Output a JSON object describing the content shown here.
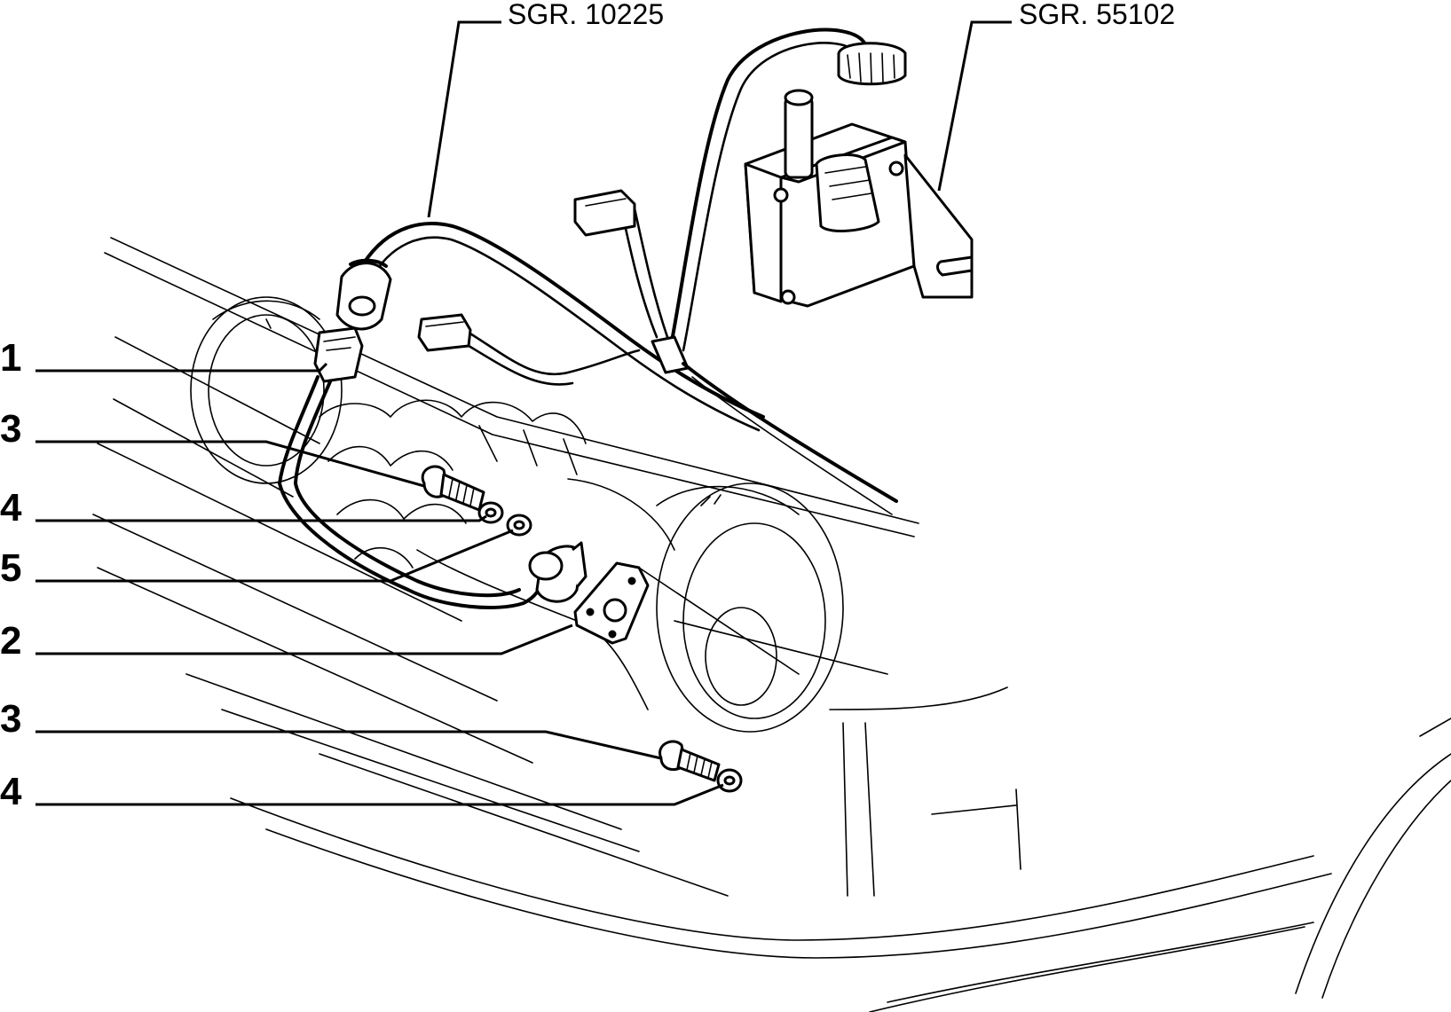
{
  "callouts": [
    {
      "num": "1"
    },
    {
      "num": "3"
    },
    {
      "num": "4"
    },
    {
      "num": "5"
    },
    {
      "num": "2"
    },
    {
      "num": "3"
    },
    {
      "num": "4"
    }
  ],
  "references": [
    {
      "label": "SGR. 10225"
    },
    {
      "label": "SGR. 55102"
    }
  ]
}
